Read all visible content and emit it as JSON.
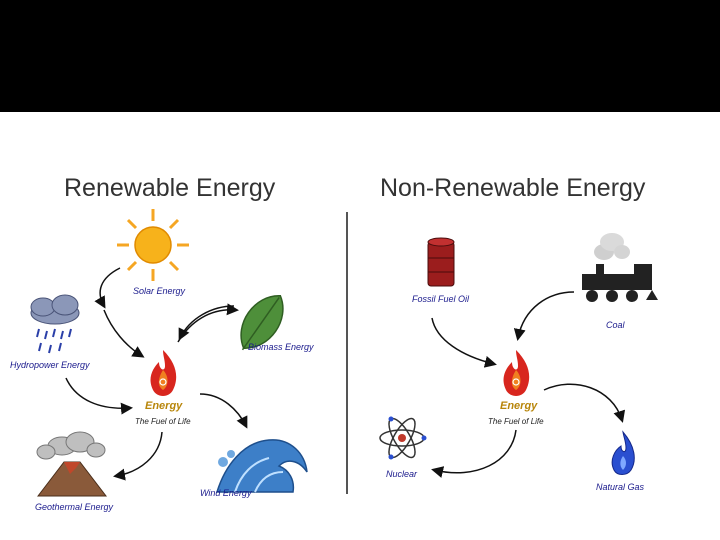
{
  "renewable": {
    "title": "Renewable Energy",
    "center_label": "Energy",
    "center_sublabel": "The Fuel of Life",
    "sources": {
      "solar": "Solar Energy",
      "biomass": "Biomass Energy",
      "hydro": "Hydropower Energy",
      "geothermal": "Geothermal Energy",
      "wind": "Wind Energy"
    }
  },
  "non_renewable": {
    "title": "Non-Renewable Energy",
    "center_label": "Energy",
    "center_sublabel": "The Fuel of Life",
    "sources": {
      "oil": "Fossil Fuel Oil",
      "coal": "Coal",
      "nuclear": "Nuclear",
      "gas": "Natural Gas"
    }
  },
  "colors": {
    "background_band": "#000000",
    "panel": "#ffffff",
    "title_text": "#333333",
    "label_text": "#1a1a8c",
    "center_label": "#b8860b",
    "flame_red": "#d8261e",
    "flame_orange": "#f08020",
    "sun": "#f5a623",
    "leaf": "#4e8f3a",
    "water": "#3d7fc8",
    "oil_barrel": "#9b1d1d",
    "gas_flame": "#2a4fd0"
  }
}
